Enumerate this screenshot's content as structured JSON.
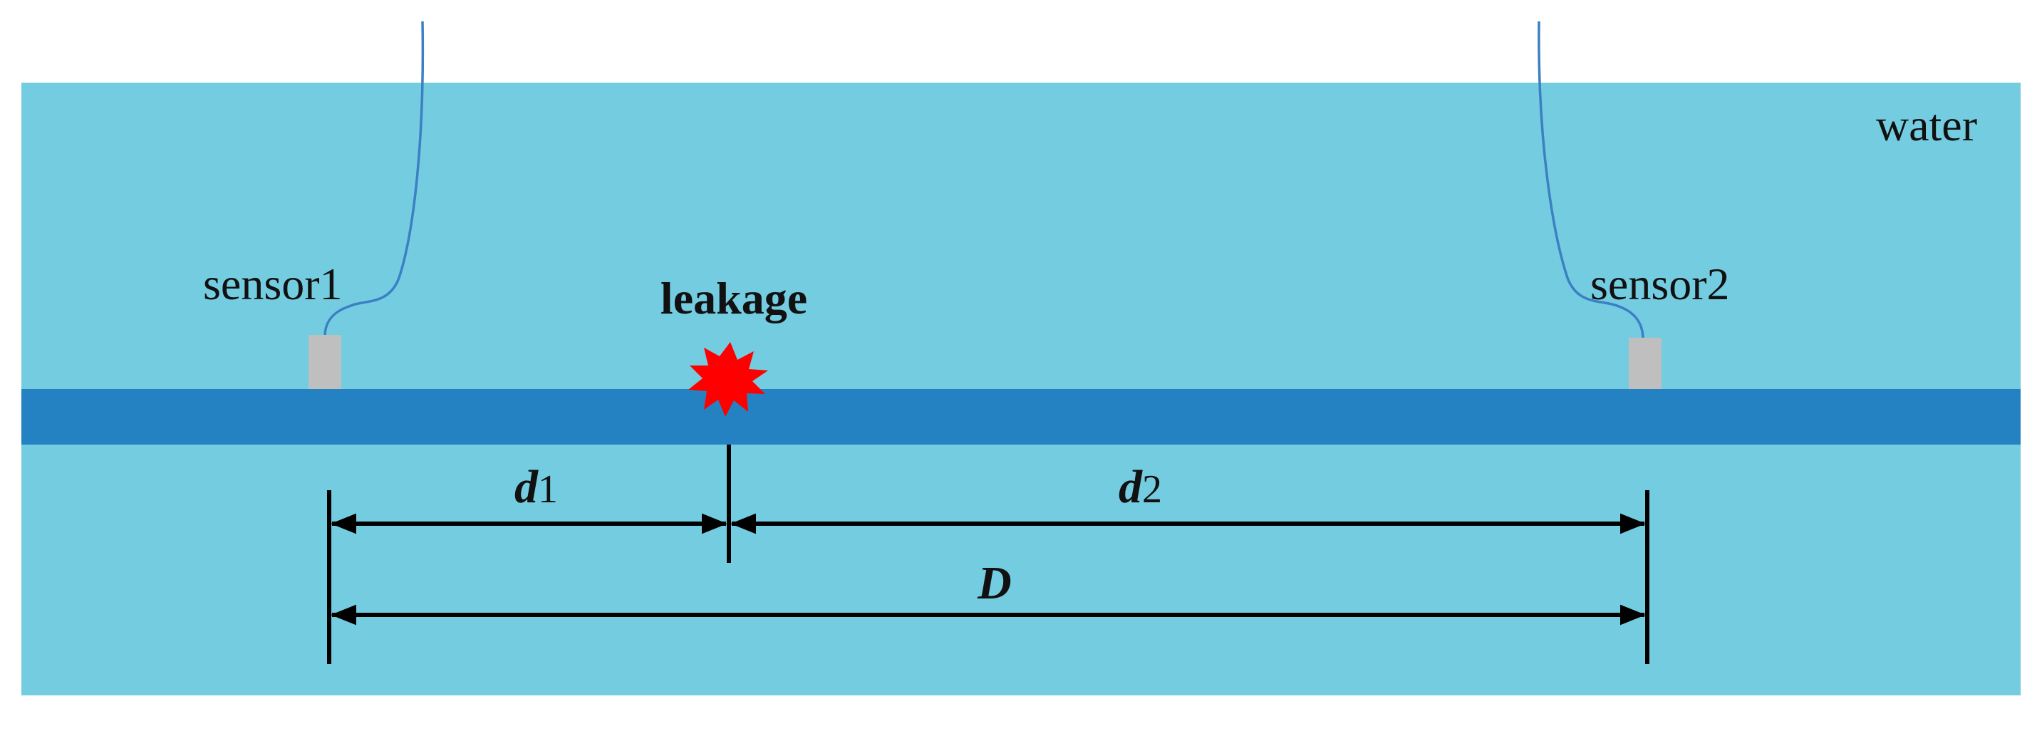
{
  "labels": {
    "medium": "water",
    "sensor1": "sensor1",
    "sensor2": "sensor2",
    "leakage": "leakage",
    "d1_symbol": "d",
    "d1_subscript": "1",
    "d2_symbol": "d",
    "d2_subscript": "2",
    "total_distance": "D"
  },
  "colors": {
    "water": "#74cce0",
    "pipe": "#2582c2",
    "sensor": "#bfbfbf",
    "cable": "#3b7fc4",
    "leak": "#ff0000",
    "dimension_line": "#000000"
  },
  "icons": {
    "leak": "starburst-icon",
    "sensor": "sensor-block-icon"
  }
}
